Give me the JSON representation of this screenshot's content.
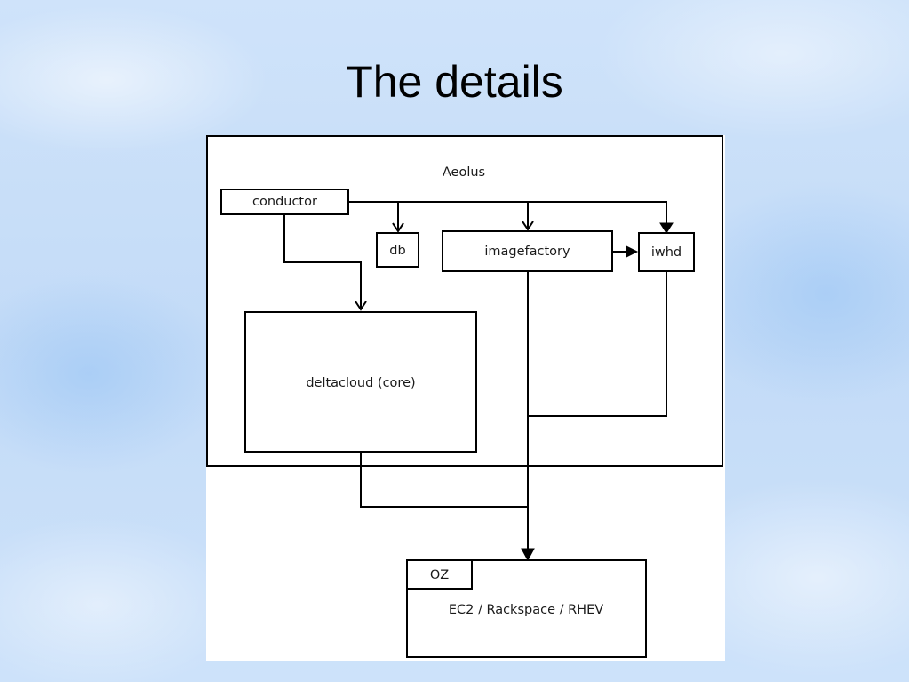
{
  "slide": {
    "title": "The details"
  },
  "diagram": {
    "container_label": "Aeolus",
    "nodes": {
      "conductor": "conductor",
      "db": "db",
      "imagefactory": "imagefactory",
      "iwhd": "iwhd",
      "deltacloud": "deltacloud (core)",
      "oz": "OZ",
      "ec2": "EC2 / Rackspace / RHEV"
    },
    "edges": [
      {
        "from": "conductor",
        "to": "db"
      },
      {
        "from": "conductor",
        "to": "imagefactory"
      },
      {
        "from": "conductor",
        "to": "iwhd"
      },
      {
        "from": "conductor",
        "to": "deltacloud"
      },
      {
        "from": "imagefactory",
        "to": "iwhd"
      },
      {
        "from": "imagefactory",
        "to": "ec2"
      },
      {
        "from": "iwhd",
        "to": "ec2"
      },
      {
        "from": "deltacloud",
        "to": "ec2"
      }
    ],
    "colors": {
      "stroke": "#000000",
      "box_fill": "#ffffff"
    }
  }
}
